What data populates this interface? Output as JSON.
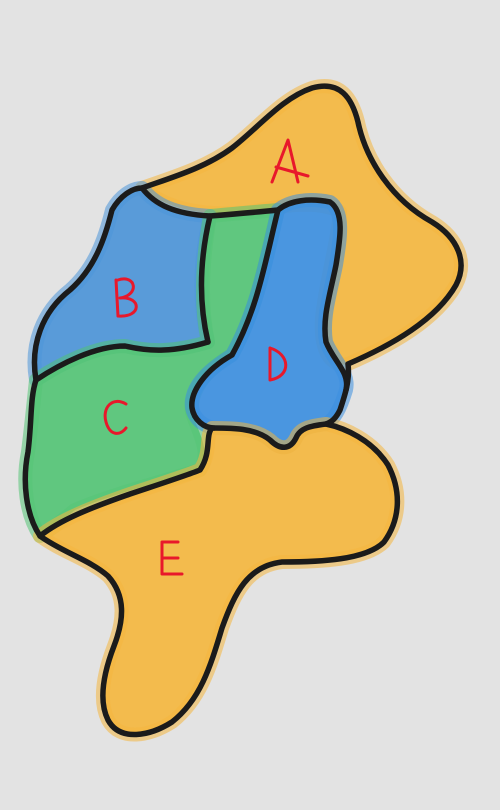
{
  "regions": [
    {
      "id": "A",
      "label": "A",
      "color": "#f4b740"
    },
    {
      "id": "B",
      "label": "B",
      "color": "#4d95d8"
    },
    {
      "id": "C",
      "label": "C",
      "color": "#55c476"
    },
    {
      "id": "D",
      "label": "D",
      "color": "#3d8fe0"
    },
    {
      "id": "E",
      "label": "E",
      "color": "#f4b740"
    }
  ],
  "colors": {
    "background": "#e3e3e3",
    "outline": "#1b1b1b",
    "label": "#e8182b"
  }
}
